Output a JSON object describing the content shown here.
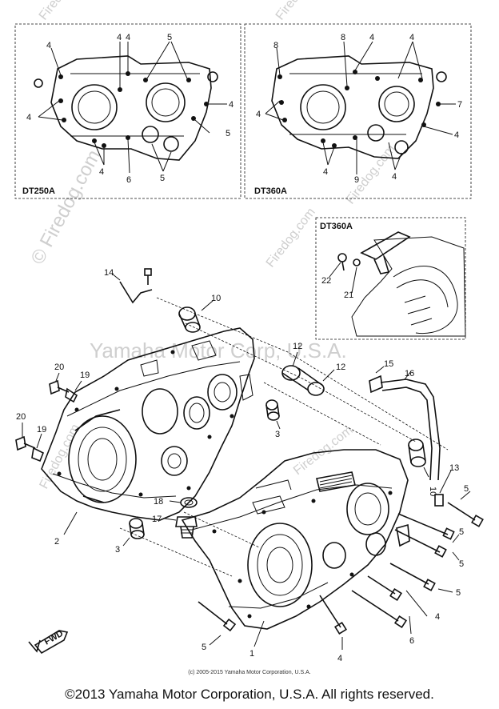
{
  "watermarks": {
    "diagonal": "© Firedog.com",
    "center": "Yamaha Motor Corp, U.S.A.",
    "small": "Firedog.com"
  },
  "insets": {
    "top_left_label": "DT250A",
    "top_right_label": "DT360A",
    "right_label": "DT360A"
  },
  "copyright_small": "(c) 2005-2015 Yamaha Motor Corporation, U.S.A.",
  "copyright_main": "©2013 Yamaha Motor Corporation, U.S.A. All rights reserved.",
  "front_arrow": "FWD",
  "callouts": {
    "c1": "1",
    "c2": "2",
    "c3": "3",
    "c4": "4",
    "c5": "5",
    "c6": "6",
    "c7": "7",
    "c8": "8",
    "c9": "9",
    "c10": "10",
    "c12": "12",
    "c13": "13",
    "c14": "14",
    "c15": "15",
    "c16": "16",
    "c17": "17",
    "c18": "18",
    "c19": "19",
    "c20": "20",
    "c21": "21",
    "c22": "22"
  }
}
